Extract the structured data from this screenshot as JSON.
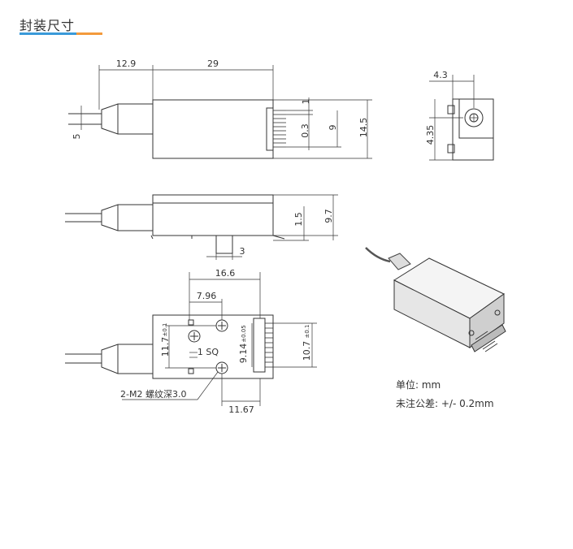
{
  "header": {
    "title": "封装尺寸",
    "accent_colors": [
      "#3a9ad9",
      "#f39a3c"
    ]
  },
  "top_view": {
    "d_fiber_length": "12.9",
    "d_body_length": "29",
    "d_fiber_dia": "5",
    "d_pin_pitch": "1",
    "d_pin_offset": "0.3",
    "d_pin_span": "9",
    "d_body_width": "14.5"
  },
  "end_view": {
    "d_width": "4.3",
    "d_height": "4.35"
  },
  "side_view": {
    "d_base": "1.5",
    "d_height": "9.7",
    "d_post": "3"
  },
  "bottom_view": {
    "d_hole_span": "16.6",
    "d_hole_offset": "7.96",
    "d_hole_spacing": "11.7",
    "d_hole_spacing_tol": "±0.1",
    "d_sq": "1 SQ",
    "d_pin_row": "9.14",
    "d_pin_row_tol": "±0.05",
    "d_pin_length": "10.7",
    "d_pin_length_tol": "±0.1",
    "d_edge": "11.67",
    "thread_note": "2-M2 螺纹深3.0"
  },
  "notes": {
    "unit": "单位: mm",
    "tolerance": "未注公差: +/- 0.2mm"
  },
  "colors": {
    "line": "#333333",
    "title_blue": "#3a9ad9",
    "title_orange": "#f39a3c"
  }
}
